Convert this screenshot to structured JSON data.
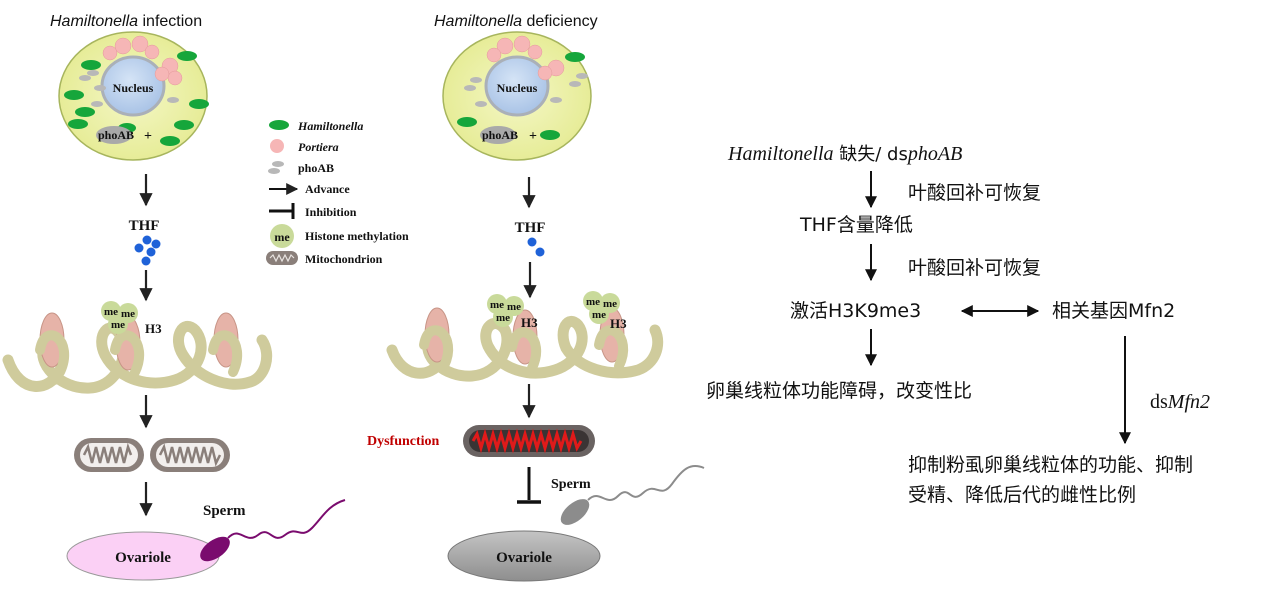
{
  "left_panel": {
    "title_italic": "Hamiltonella",
    "title_rest": " infection",
    "nucleus": "Nucleus",
    "phoab": "phoAB",
    "plus": "+",
    "thf": "THF",
    "me": "me",
    "h3": "H3",
    "sperm": "Sperm",
    "ovariole": "Ovariole"
  },
  "middle_panel": {
    "title_italic": "Hamiltonella",
    "title_rest": " deficiency",
    "nucleus": "Nucleus",
    "phoab": "phoAB",
    "plus": "+",
    "thf": "THF",
    "me": "me",
    "h3": "H3",
    "dysfunction": "Dysfunction",
    "sperm": "Sperm",
    "ovariole": "Ovariole"
  },
  "legend": [
    {
      "label": "Hamiltonella",
      "italic": true,
      "icon": "green-oval-icon"
    },
    {
      "label": "Portiera",
      "italic": true,
      "icon": "pink-circle-icon"
    },
    {
      "label": "phoAB",
      "italic": false,
      "icon": "gray-oval-icon"
    },
    {
      "label": "Advance",
      "italic": false,
      "icon": "arrow-icon"
    },
    {
      "label": "Inhibition",
      "italic": false,
      "icon": "inhibition-icon"
    },
    {
      "label": "Histone methylation",
      "italic": false,
      "icon": "me-circle-icon",
      "icon_text": "me"
    },
    {
      "label": "Mitochondrion",
      "italic": false,
      "icon": "mitochondrion-icon"
    }
  ],
  "flow": {
    "start_italic": "Hamiltonella",
    "start_mid": " 缺失/ ds",
    "start_italic2": "phoAB",
    "rescue1": "叶酸回补可恢复",
    "thf_down": "THF含量降低",
    "rescue2": "叶酸回补可恢复",
    "activate": "激活H3K9me3",
    "related": "相关基因Mfn2",
    "outcome1": "卵巢线粒体功能障碍，改变性比",
    "dsmfn2_prefix": "ds",
    "dsmfn2_italic": "Mfn2",
    "outcome2_line1": "抑制粉虱卵巢线粒体的功能、抑制",
    "outcome2_line2": "受精、降低后代的雌性比例"
  },
  "colors": {
    "cell_fill": "#eef2a6",
    "cell_stroke": "#a7b55d",
    "hamiltonella": "#16a63b",
    "portiera": "#f6b6b6",
    "nucleus": "#bcd3ee",
    "thf_dot": "#1f62d8",
    "me_circle": "#c9da9a",
    "chromatin": "#cfcb9c",
    "mito_normal": "#8a7f7a",
    "mito_dysfunction": "#e01a1a",
    "dysfunction_text": "#c00000",
    "ovariole_left": "#fbd0f5",
    "ovariole_right": "#a6a6a6",
    "sperm_left": "#7a0b6e",
    "sperm_right": "#8c8c8c"
  }
}
